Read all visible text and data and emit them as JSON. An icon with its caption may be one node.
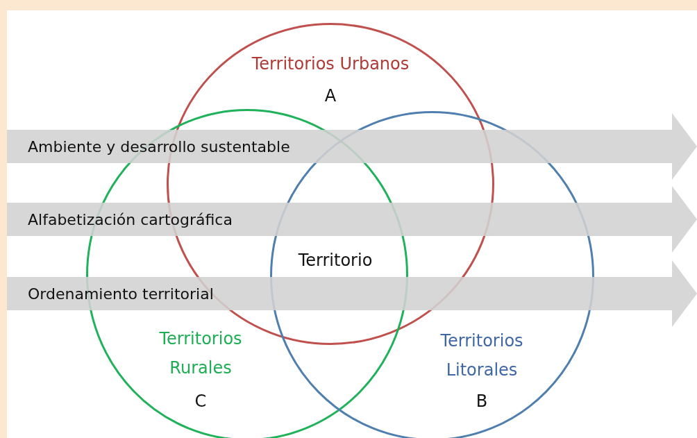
{
  "diagram": {
    "nodes": [
      {
        "text": [
          "Territorios Urbanos",
          "A"
        ]
      },
      {
        "text": [
          "Territorios Rurales",
          "C"
        ]
      },
      {
        "text": [
          "Territorios Litorales",
          "B"
        ]
      },
      {
        "text": [
          "Ambiente y desarrollo sustentable"
        ]
      },
      {
        "text": [
          "Alfabetización cartográfica"
        ]
      },
      {
        "text": [
          "Ordenamiento territorial"
        ]
      }
    ],
    "edges": [],
    "labels": [
      "Territorio"
    ]
  }
}
